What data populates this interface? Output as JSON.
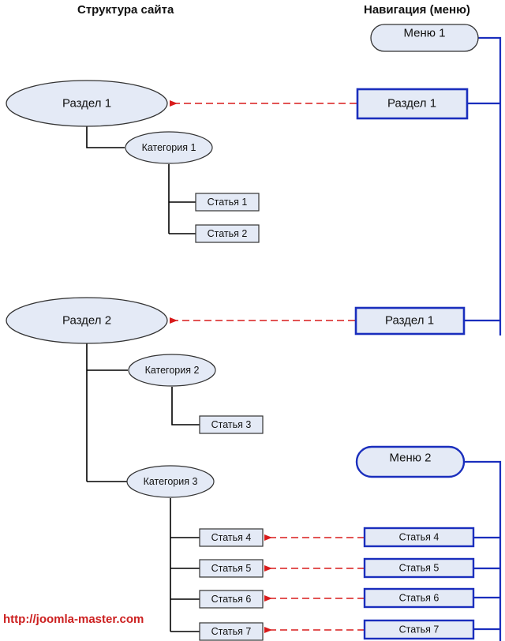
{
  "headers": {
    "site_structure": "Структура сайта",
    "navigation": "Навигация (меню)"
  },
  "watermark": "http://joomla-master.com",
  "colors": {
    "node_fill": "#e4eaf6",
    "node_stroke": "#333333",
    "menu_stroke": "#1a2ebd",
    "arrow": "#d81b1b",
    "line": "#000000"
  },
  "tree": {
    "sections": [
      {
        "label": "Раздел 1",
        "categories": [
          {
            "label": "Категория 1",
            "articles": [
              "Статья 1",
              "Статья 2"
            ]
          }
        ]
      },
      {
        "label": "Раздел 2",
        "categories": [
          {
            "label": "Категория 2",
            "articles": [
              "Статья 3"
            ]
          },
          {
            "label": "Категория 3",
            "articles": [
              "Статья 4",
              "Статья 5",
              "Статья 6",
              "Статья 7"
            ]
          }
        ]
      }
    ]
  },
  "menus": [
    {
      "title": "Меню 1",
      "items": [
        "Раздел 1",
        "Раздел 1"
      ]
    },
    {
      "title": "Меню 2",
      "items": [
        "Статья 4",
        "Статья 5",
        "Статья 6",
        "Статья 7"
      ]
    }
  ]
}
